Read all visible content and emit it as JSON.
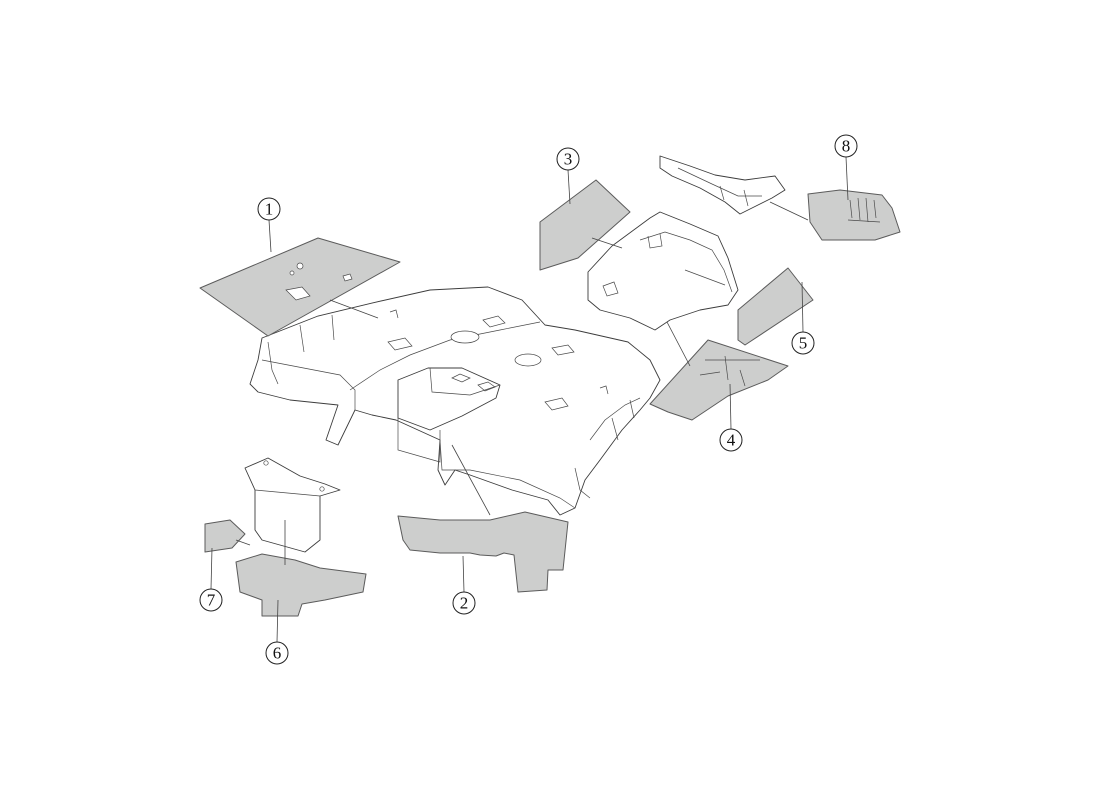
{
  "diagram": {
    "callouts": [
      {
        "id": "1",
        "label": "1"
      },
      {
        "id": "2",
        "label": "2"
      },
      {
        "id": "3",
        "label": "3"
      },
      {
        "id": "4",
        "label": "4"
      },
      {
        "id": "5",
        "label": "5"
      },
      {
        "id": "6",
        "label": "6"
      },
      {
        "id": "7",
        "label": "7"
      },
      {
        "id": "8",
        "label": "8"
      }
    ]
  },
  "colors": {
    "pad_fill": "#cdcecd",
    "line": "#3c3c3c",
    "background": "#ffffff"
  }
}
